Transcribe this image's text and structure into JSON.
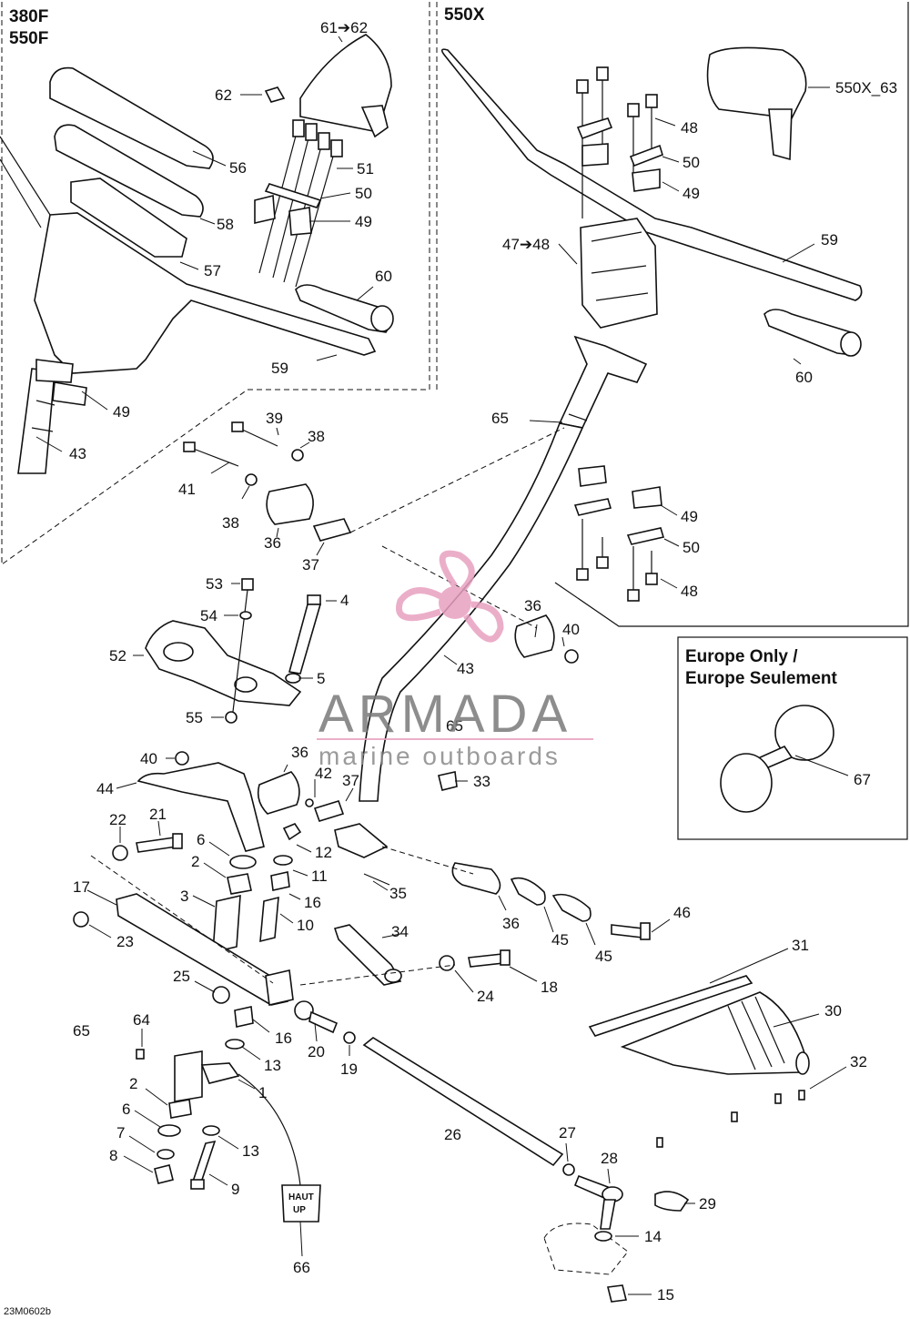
{
  "panels": {
    "left_title_line1": "380F",
    "left_title_line2": "550F",
    "right_title": "550X",
    "europe_title_line1": "Europe Only /",
    "europe_title_line2": "Europe Seulement"
  },
  "watermark": {
    "brand": "ARMADA",
    "tagline": "marine outboards",
    "color": "#e8a0c0"
  },
  "sticker": {
    "line1": "HAUT",
    "line2": "UP"
  },
  "diagram_code": "23M0602b",
  "callouts": [
    "61➔62",
    "62",
    "56",
    "51",
    "50",
    "49",
    "58",
    "57",
    "60",
    "59",
    "49",
    "43",
    "550X_63",
    "48",
    "50",
    "49",
    "47➔48",
    "59",
    "60",
    "65",
    "49",
    "50",
    "48",
    "39",
    "38",
    "41",
    "38",
    "36",
    "37",
    "53",
    "54",
    "4",
    "52",
    "5",
    "55",
    "36",
    "40",
    "43",
    "65",
    "40",
    "44",
    "36",
    "42",
    "37",
    "33",
    "22",
    "21",
    "6",
    "12",
    "2",
    "11",
    "16",
    "3",
    "10",
    "17",
    "23",
    "35",
    "34",
    "36",
    "45",
    "45",
    "46",
    "24",
    "18",
    "25",
    "16",
    "13",
    "20",
    "19",
    "65",
    "64",
    "1",
    "2",
    "6",
    "13",
    "7",
    "8",
    "9",
    "26",
    "27",
    "28",
    "29",
    "14",
    "15",
    "66",
    "31",
    "30",
    "32",
    "67"
  ]
}
